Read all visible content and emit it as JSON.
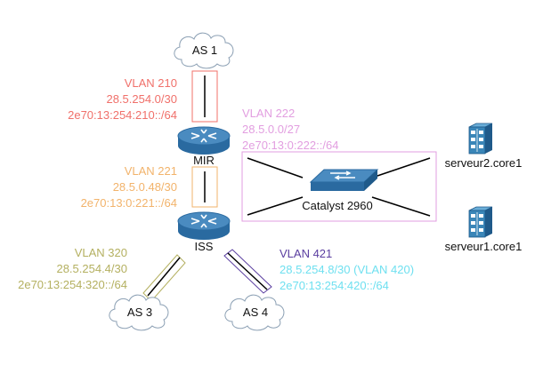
{
  "colors": {
    "vlan210": "#f0706a",
    "vlan221": "#f2b36b",
    "vlan222": "#e29ee0",
    "vlan320": "#b4b060",
    "vlan421_title": "#5a3ea0",
    "vlan421_body": "#6fe0f0",
    "router_top": "#4a8bc0",
    "router_side": "#2a6aa0",
    "server_fill": "#3a86b8",
    "line": "#000000"
  },
  "nodes": {
    "as1": {
      "label": "AS 1",
      "icon": "cloud-icon"
    },
    "as3": {
      "label": "AS 3",
      "icon": "cloud-icon"
    },
    "as4": {
      "label": "AS 4",
      "icon": "cloud-icon"
    },
    "mir": {
      "label": "MIR",
      "icon": "router-icon"
    },
    "iss": {
      "label": "ISS",
      "icon": "router-icon"
    },
    "catalyst": {
      "label": "Catalyst 2960",
      "icon": "switch-icon"
    },
    "serveur2": {
      "label": "serveur2.core1",
      "icon": "server-icon"
    },
    "serveur1": {
      "label": "serveur1.core1",
      "icon": "server-icon"
    }
  },
  "vlans": {
    "v210": {
      "name": "VLAN 210",
      "ipv4": "28.5.254.0/30",
      "ipv6": "2e70:13:254:210::/64"
    },
    "v221": {
      "name": "VLAN 221",
      "ipv4": "28.5.0.48/30",
      "ipv6": "2e70:13:0:221::/64"
    },
    "v222": {
      "name": "VLAN 222",
      "ipv4": "28.5.0.0/27",
      "ipv6": "2e70:13:0:222::/64"
    },
    "v320": {
      "name": "VLAN 320",
      "ipv4": "28.5.254.4/30",
      "ipv6": "2e70:13:254:320::/64"
    },
    "v421": {
      "name": "VLAN 421",
      "ipv4": "28.5.254.8/30 (VLAN 420)",
      "ipv6": "2e70:13:254:420::/64"
    }
  }
}
